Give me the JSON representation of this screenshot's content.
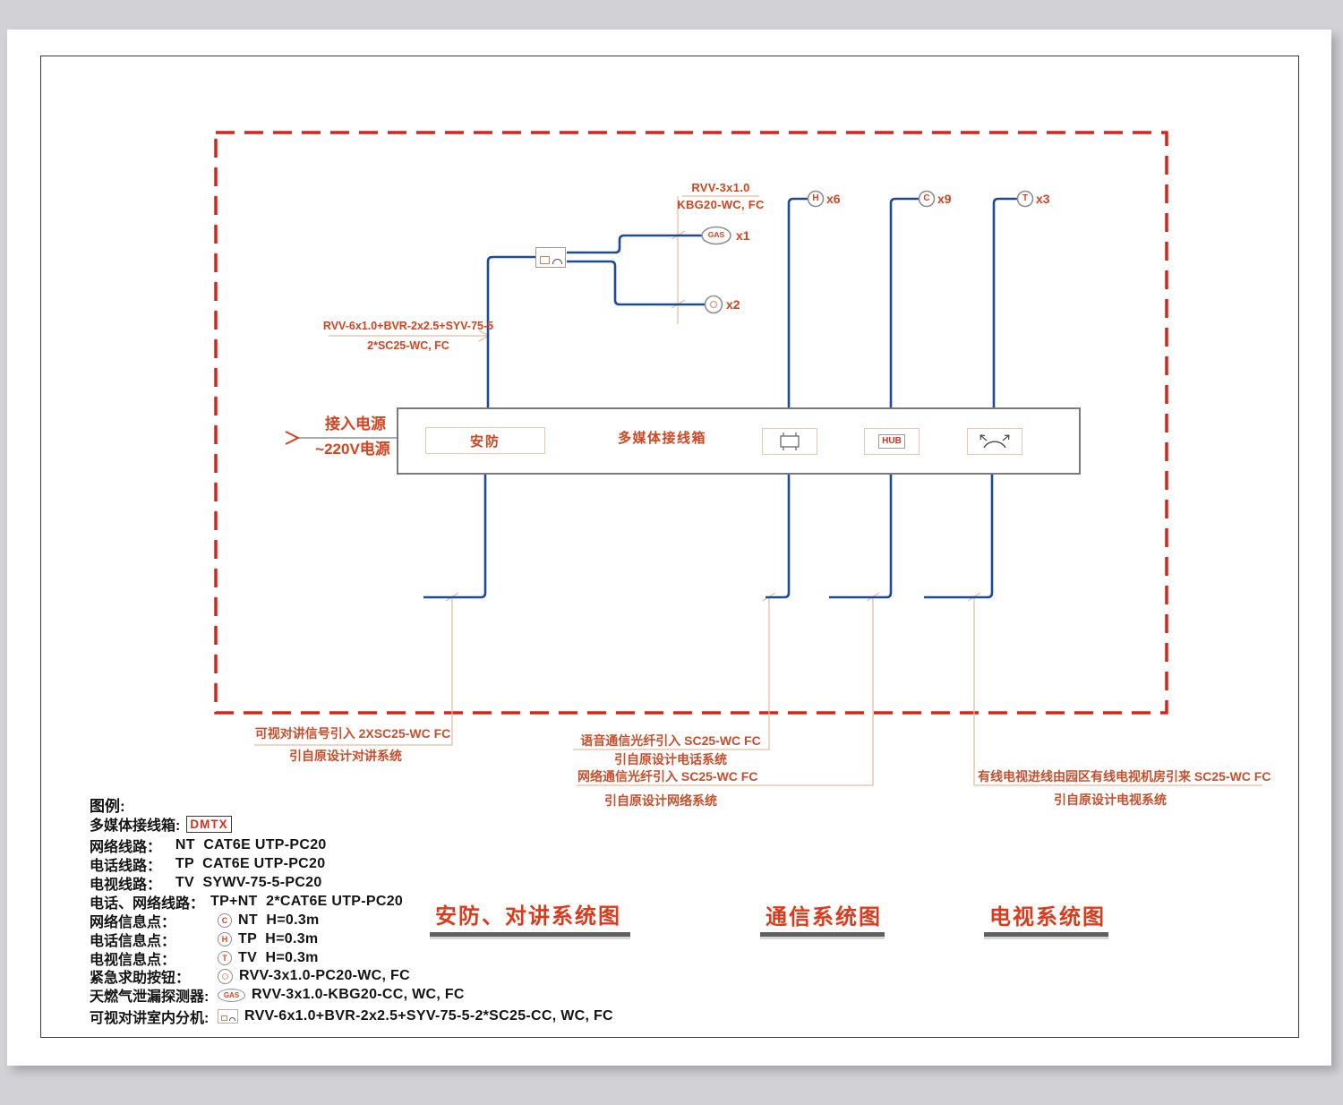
{
  "power": {
    "line1": "接入电源",
    "line2": "~220V电源"
  },
  "top_cable_label": {
    "line1": "RVV-3x1.0",
    "line2": "KBG20-WC, FC"
  },
  "left_cable_label": {
    "line1": "RVV-6x1.0+BVR-2x2.5+SYV-75-5",
    "line2": "2*SC25-WC, FC"
  },
  "junction_box": {
    "security_label": "安防",
    "title": "多媒体接线箱",
    "hub_label": "HUB"
  },
  "devices": {
    "gas": {
      "symbol": "GAS",
      "count": "x1"
    },
    "button": {
      "count": "x2"
    },
    "phone": {
      "symbol": "H",
      "count": "x6"
    },
    "network": {
      "symbol": "C",
      "count": "x9"
    },
    "tv": {
      "symbol": "T",
      "count": "x3"
    }
  },
  "annotations": {
    "intercom": {
      "line1": "可视对讲信号引入 2XSC25-WC FC",
      "line2": "引自原设计对讲系统"
    },
    "voice": {
      "line1": "语音通信光纤引入 SC25-WC FC",
      "line2": "引自原设计电话系统"
    },
    "network": {
      "line1": "网络通信光纤引入 SC25-WC FC",
      "line2": "引自原设计网络系统"
    },
    "catv": {
      "line1": "有线电视进线由园区有线电视机房引来 SC25-WC FC",
      "line2": "引自原设计电视系统"
    }
  },
  "titles": {
    "security": "安防、对讲系统图",
    "comm": "通信系统图",
    "tv": "电视系统图"
  },
  "legend": {
    "heading": "图例:",
    "dmtx_label": "多媒体接线箱:",
    "dmtx_symbol": "DMTX",
    "lines": [
      {
        "label": "网络线路：  ",
        "desc": "NT  CAT6E UTP-PC20"
      },
      {
        "label": "电话线路：  ",
        "desc": "TP  CAT6E UTP-PC20"
      },
      {
        "label": "电视线路：  ",
        "desc": "TV  SYWV-75-5-PC20"
      },
      {
        "label": "电话、网络线路：",
        "desc": "TP+NT  2*CAT6E UTP-PC20"
      }
    ],
    "points": [
      {
        "label": "网络信息点：",
        "symbol": "C",
        "desc": "NT  H=0.3m"
      },
      {
        "label": "电话信息点：",
        "symbol": "H",
        "desc": "TP  H=0.3m"
      },
      {
        "label": "电视信息点：",
        "symbol": "T",
        "desc": "TV  H=0.3m"
      },
      {
        "label": "紧急求助按钮：",
        "symbol": "button",
        "desc": "RVV-3x1.0-PC20-WC, FC"
      },
      {
        "label": "天燃气泄漏探测器:",
        "symbol": "GAS",
        "desc": "RVV-3x1.0-KBG20-CC, WC, FC"
      },
      {
        "label": "可视对讲室内分机:",
        "symbol": "intercom",
        "desc": "RVV-6x1.0+BVR-2x2.5+SYV-75-5-2*SC25-CC, WC, FC"
      }
    ]
  },
  "colors": {
    "dashed_border": "#d7231a",
    "cad_red": "#d5431f",
    "wire_blue": "#1d4b9a",
    "leader_tan": "#e4bda2"
  }
}
